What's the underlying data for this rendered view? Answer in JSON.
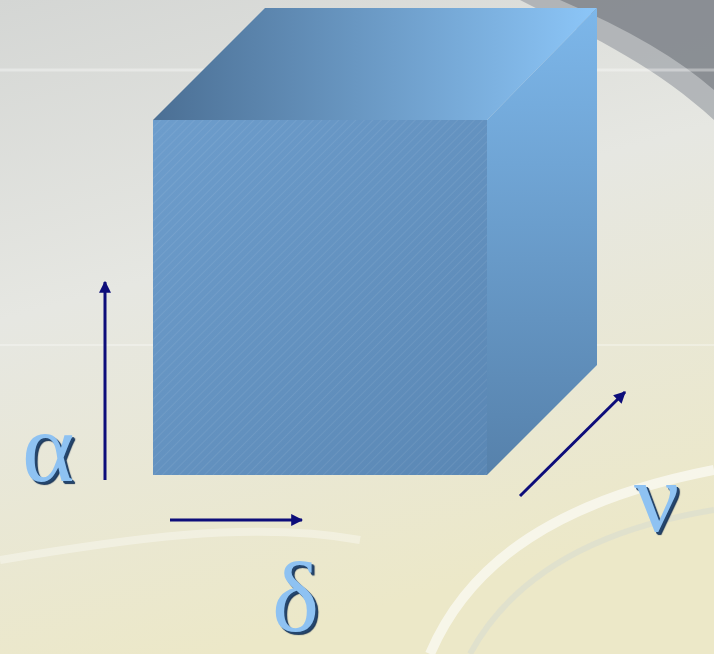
{
  "diagram": {
    "labels": [
      "α",
      "δ",
      "ν"
    ]
  }
}
